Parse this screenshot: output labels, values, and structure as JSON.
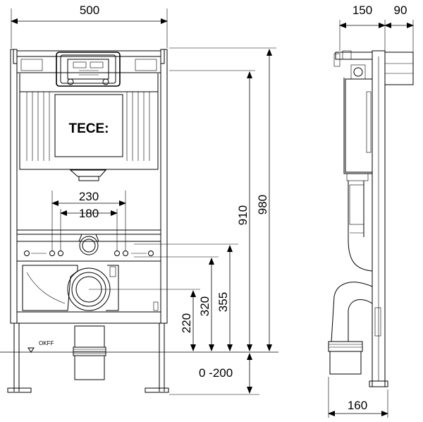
{
  "brand": {
    "logo_text": "TECE:"
  },
  "front_view": {
    "width_label": "500",
    "height_frame_label": "980",
    "height_inlet_label": "910",
    "inlet_spacing_outer_label": "230",
    "inlet_spacing_inner_label": "180",
    "height_355_label": "355",
    "height_320_label": "320",
    "height_220_label": "220",
    "adjust_label": "0 -200",
    "floor_label": "OKFF"
  },
  "side_view": {
    "depth_top_left_label": "150",
    "depth_top_right_label": "90",
    "depth_bottom_label": "160"
  }
}
